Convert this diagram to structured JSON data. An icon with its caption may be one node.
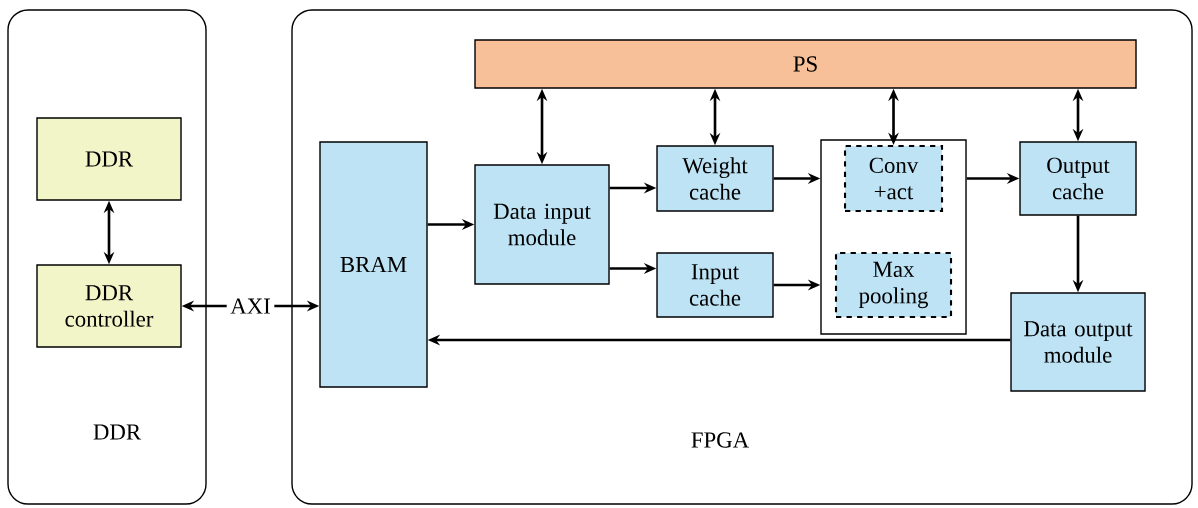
{
  "diagram": {
    "nodes": [
      {
        "text": [
          "DDR"
        ]
      },
      {
        "text": [
          "DDR"
        ],
        "in": 0
      },
      {
        "text": [
          "DDR controller"
        ],
        "in": 0
      },
      {
        "text": [
          "FPGA"
        ]
      },
      {
        "text": [
          "PS"
        ],
        "in": 3
      },
      {
        "text": [
          "BRAM"
        ],
        "in": 3
      },
      {
        "text": [
          "Data input module"
        ],
        "in": 3
      },
      {
        "text": [
          "Weight cache"
        ],
        "in": 3
      },
      {
        "text": [
          "Input cache"
        ],
        "in": 3
      },
      {
        "text": [],
        "shape": "box",
        "in": 3
      },
      {
        "text": [
          "Conv +act"
        ],
        "in": 9
      },
      {
        "text": [
          "Max pooling"
        ],
        "in": 9
      },
      {
        "text": [
          "Output cache"
        ],
        "in": 3
      },
      {
        "text": [
          "Data output module"
        ],
        "in": 3
      }
    ],
    "edges": [
      {
        "from": 1,
        "to": 2,
        "arrow": "both"
      },
      {
        "from": 2,
        "to": 5,
        "arrow": "both",
        "label": "AXI"
      },
      {
        "from": 5,
        "to": 6,
        "arrow": "to"
      },
      {
        "from": 6,
        "to": 7,
        "arrow": "to"
      },
      {
        "from": 6,
        "to": 8,
        "arrow": "to"
      },
      {
        "from": 7,
        "to": 9,
        "arrow": "to"
      },
      {
        "from": 8,
        "to": 9,
        "arrow": "to"
      },
      {
        "from": 9,
        "to": 12,
        "arrow": "to"
      },
      {
        "from": 12,
        "to": 13,
        "arrow": "to"
      },
      {
        "from": 13,
        "to": 5,
        "arrow": "to"
      },
      {
        "from": 6,
        "to": 4,
        "arrow": "both"
      },
      {
        "from": 7,
        "to": 4,
        "arrow": "both"
      },
      {
        "from": 10,
        "to": 4,
        "arrow": "both"
      },
      {
        "from": 12,
        "to": 4,
        "arrow": "both"
      }
    ]
  }
}
